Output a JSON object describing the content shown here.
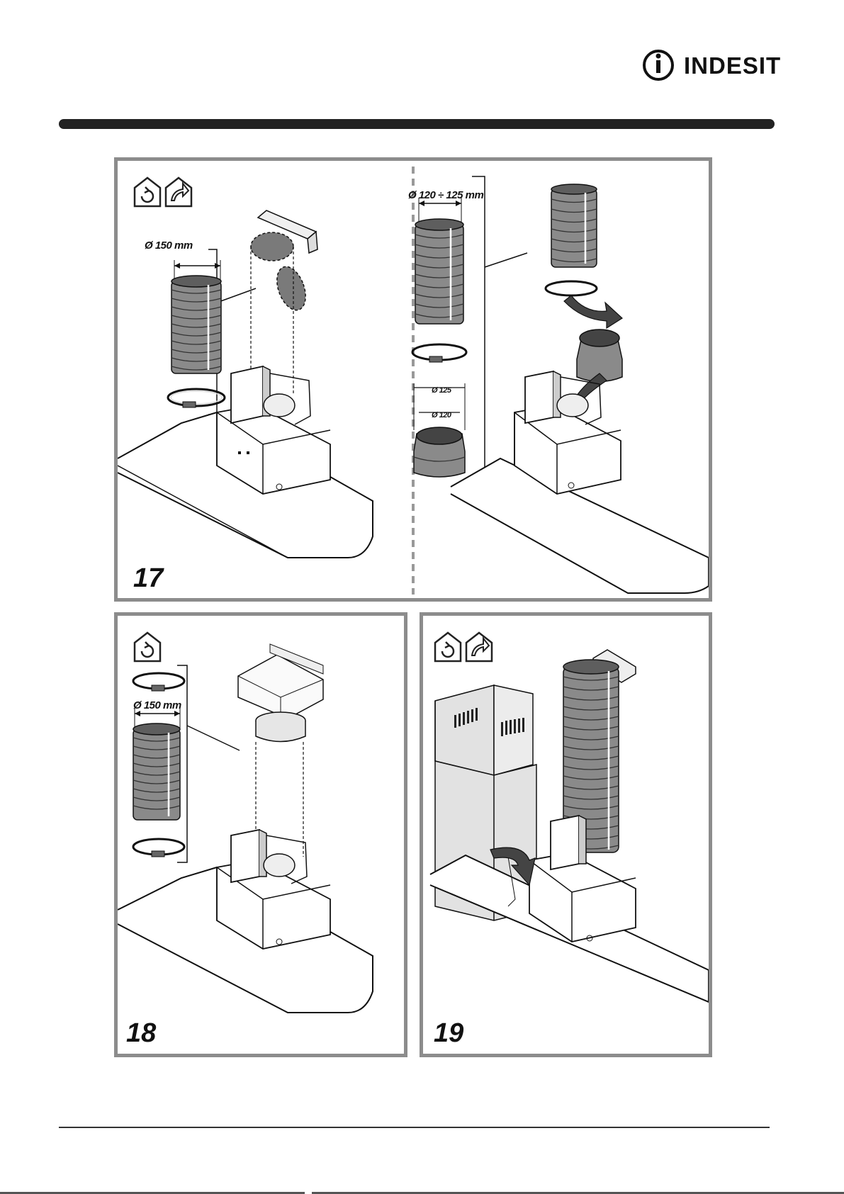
{
  "header": {
    "brand": "INDESIT"
  },
  "figures": [
    {
      "number": "17",
      "icons": [
        "recirculation-icon",
        "extraction-icon"
      ],
      "labels": {
        "left_duct_diameter": "Ø 150 mm",
        "right_duct_diameter": "Ø 120 ÷ 125 mm",
        "adapter_outer": "Ø 125",
        "adapter_inner": "Ø 120"
      }
    },
    {
      "number": "18",
      "icons": [
        "recirculation-icon"
      ],
      "labels": {
        "duct_diameter": "Ø 150 mm"
      }
    },
    {
      "number": "19",
      "icons": [
        "recirculation-icon",
        "extraction-icon"
      ],
      "labels": {}
    }
  ],
  "colors": {
    "panel_border": "#8c8c8c",
    "duct_fill": "#8a8a8a",
    "chimney_fill": "#e2e2e2"
  }
}
